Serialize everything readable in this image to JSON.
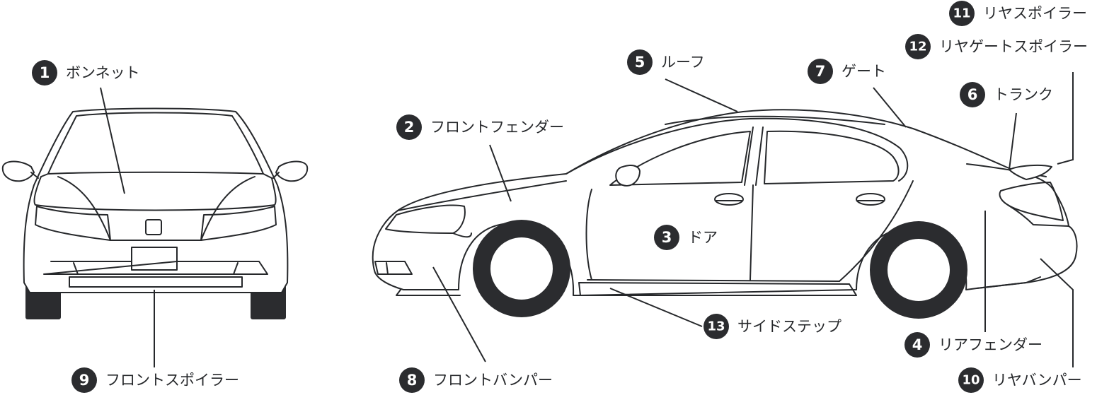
{
  "parts": [
    {
      "id": "bonnet",
      "number": "1",
      "label": "ボンネット"
    },
    {
      "id": "front-fender",
      "number": "2",
      "label": "フロントフェンダー"
    },
    {
      "id": "door",
      "number": "3",
      "label": "ドア"
    },
    {
      "id": "rear-fender",
      "number": "4",
      "label": "リアフェンダー"
    },
    {
      "id": "roof",
      "number": "5",
      "label": "ルーフ"
    },
    {
      "id": "trunk",
      "number": "6",
      "label": "トランク"
    },
    {
      "id": "gate",
      "number": "7",
      "label": "ゲート"
    },
    {
      "id": "front-bumper",
      "number": "8",
      "label": "フロントバンパー"
    },
    {
      "id": "front-spoiler",
      "number": "9",
      "label": "フロントスポイラー"
    },
    {
      "id": "rear-bumper",
      "number": "10",
      "label": "リヤバンパー"
    },
    {
      "id": "rear-spoiler",
      "number": "11",
      "label": "リヤスポイラー"
    },
    {
      "id": "rear-gate-spoiler",
      "number": "12",
      "label": "リヤゲートスポイラー"
    },
    {
      "id": "side-step",
      "number": "13",
      "label": "サイドステップ"
    }
  ],
  "colors": {
    "ink": "#26282b",
    "badge": "#2b2c2f",
    "background": "#ffffff"
  }
}
